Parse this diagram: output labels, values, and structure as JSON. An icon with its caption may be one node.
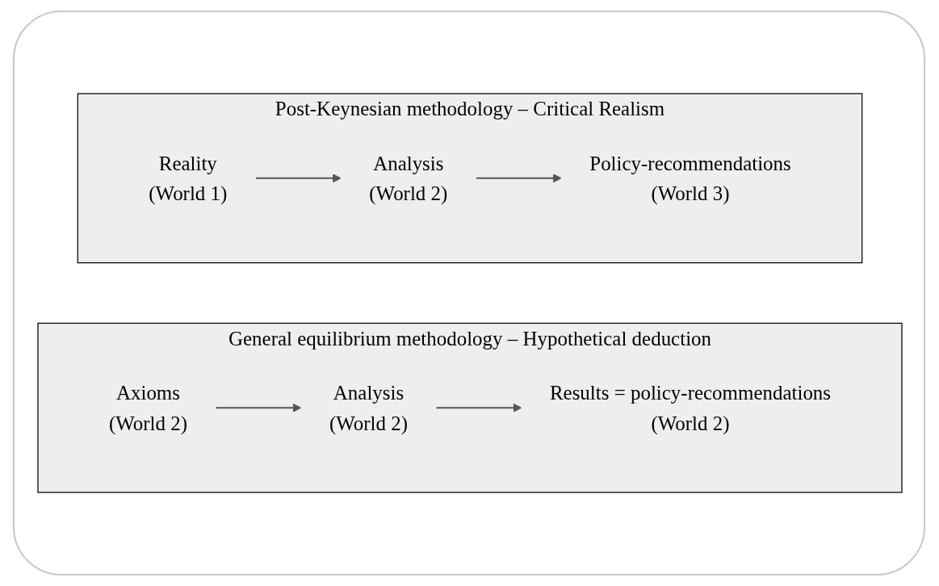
{
  "diagram": {
    "nodes": [
      {
        "text": [
          "Post-Keynesian methodology – Critical Realism"
        ]
      },
      {
        "text": [
          "Reality",
          "(World 1)"
        ],
        "in": 0
      },
      {
        "text": [
          "Analysis",
          "(World 2)"
        ],
        "in": 0
      },
      {
        "text": [
          "Policy-recommendations",
          "(World 3)"
        ],
        "in": 0
      },
      {
        "text": [
          "General equilibrium  methodology – Hypothetical deduction"
        ]
      },
      {
        "text": [
          "Axioms",
          "(World 2)"
        ],
        "in": 4
      },
      {
        "text": [
          "Analysis",
          "(World 2)"
        ],
        "in": 4
      },
      {
        "text": [
          "Results = policy-recommendations",
          "(World 2)"
        ],
        "in": 4
      }
    ],
    "edges": [
      {
        "from": 1,
        "to": 2,
        "arrow": "to"
      },
      {
        "from": 2,
        "to": 3,
        "arrow": "to"
      },
      {
        "from": 5,
        "to": 6,
        "arrow": "to"
      },
      {
        "from": 6,
        "to": 7,
        "arrow": "to"
      }
    ]
  }
}
